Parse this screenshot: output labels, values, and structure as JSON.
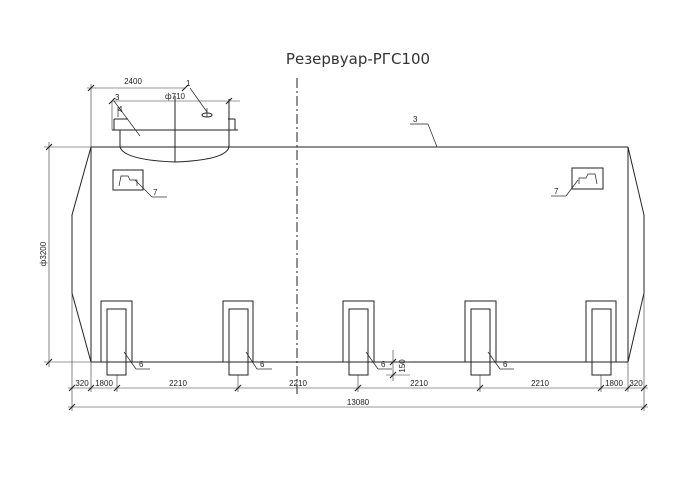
{
  "title": "Резервуар-РГС100",
  "dimensions": {
    "total_length": "13080",
    "end_left": "320",
    "end_right": "320",
    "support_left": "1800",
    "support_right": "1800",
    "spacing": "2210",
    "diameter": "ф3200",
    "dome_width": "2400",
    "nozzle_diameter": "ф710",
    "leg_height": "150"
  },
  "callouts": {
    "c1": "1",
    "c3": "3",
    "c4": "4",
    "c6": "6",
    "c7": "7"
  }
}
